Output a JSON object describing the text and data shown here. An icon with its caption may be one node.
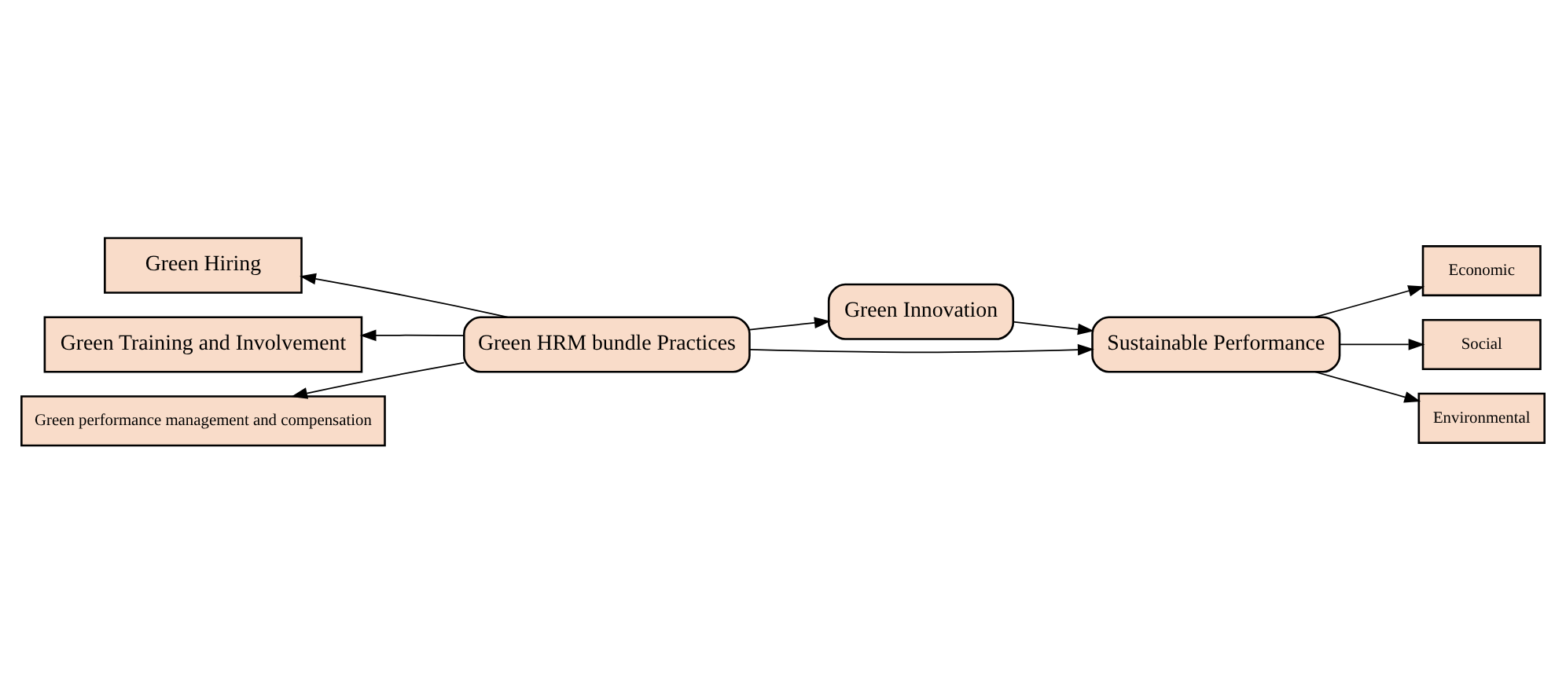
{
  "diagram": {
    "nodes": [
      {
        "text": [
          "Green Hiring"
        ]
      },
      {
        "text": [
          "Green Training and Involvement"
        ]
      },
      {
        "text": [
          "Green performance management and compensation"
        ]
      },
      {
        "text": [
          "Green HRM bundle Practices"
        ]
      },
      {
        "text": [
          "Green Innovation"
        ]
      },
      {
        "text": [
          "Sustainable Performance"
        ]
      },
      {
        "text": [
          "Economic"
        ]
      },
      {
        "text": [
          "Social"
        ]
      },
      {
        "text": [
          "Environmental"
        ]
      }
    ],
    "edges": [
      {
        "from": 3,
        "to": 0,
        "arrow": "to"
      },
      {
        "from": 3,
        "to": 1,
        "arrow": "to"
      },
      {
        "from": 3,
        "to": 2,
        "arrow": "to"
      },
      {
        "from": 3,
        "to": 4,
        "arrow": "to"
      },
      {
        "from": 4,
        "to": 5,
        "arrow": "to"
      },
      {
        "from": 3,
        "to": 5,
        "arrow": "to"
      },
      {
        "from": 5,
        "to": 6,
        "arrow": "to"
      },
      {
        "from": 5,
        "to": 7,
        "arrow": "to"
      },
      {
        "from": 5,
        "to": 8,
        "arrow": "to"
      }
    ]
  }
}
